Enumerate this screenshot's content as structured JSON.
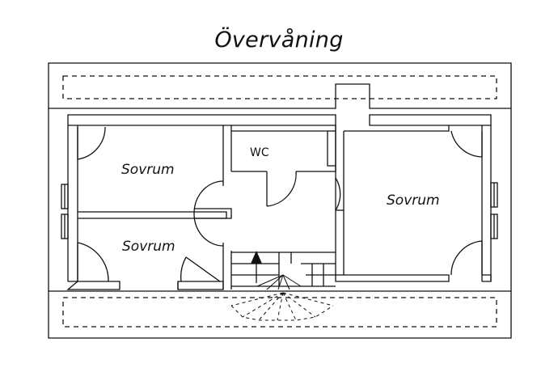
{
  "title": "Övervåning",
  "rooms": [
    {
      "id": "bedroom-top-left",
      "label": "Sovrum"
    },
    {
      "id": "bedroom-bottom-left",
      "label": "Sovrum"
    },
    {
      "id": "bedroom-right",
      "label": "Sovrum"
    }
  ],
  "wc": {
    "label": "WC"
  },
  "colors": {
    "line": "#111111",
    "background": "#ffffff"
  }
}
